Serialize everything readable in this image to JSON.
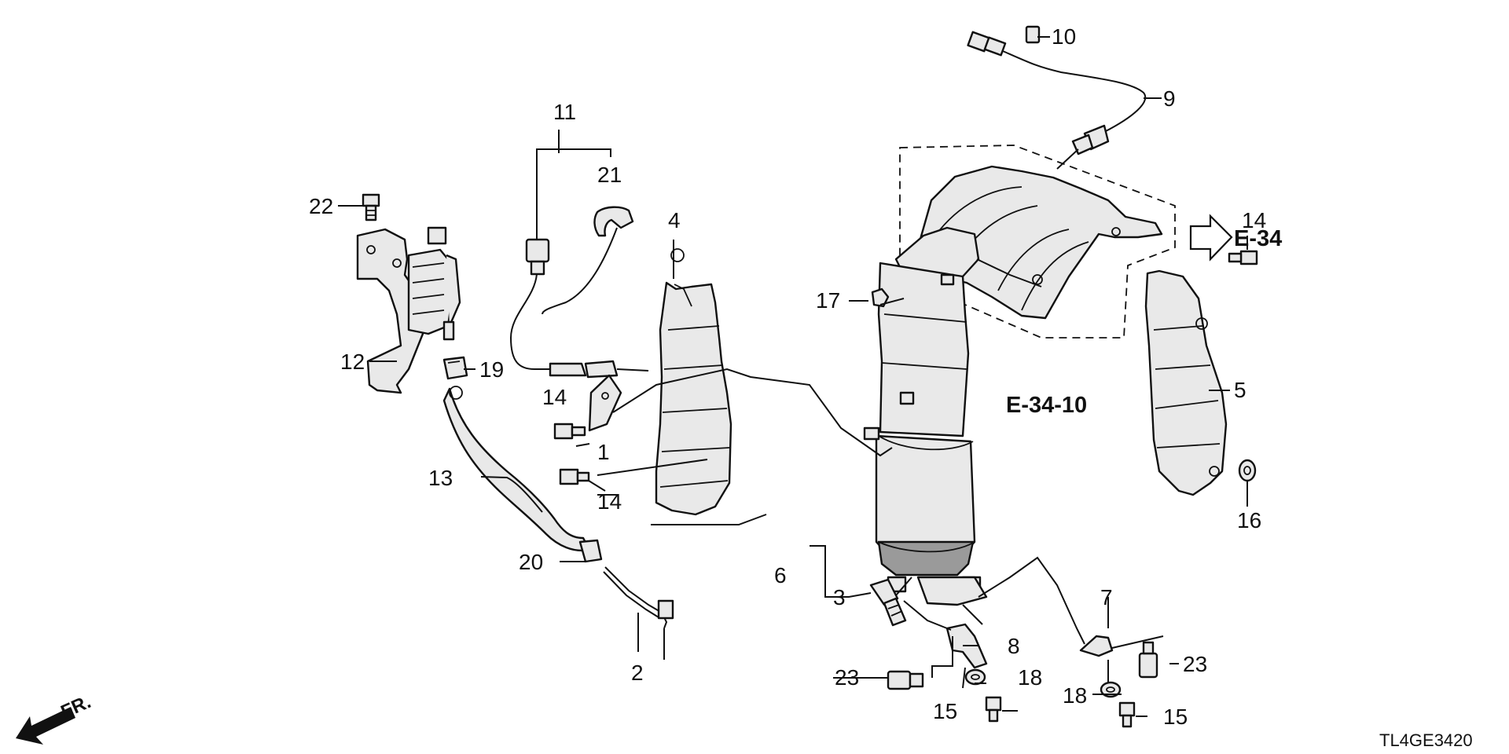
{
  "diagram_code": "TL4GE3420",
  "front_label": "FR.",
  "refs": {
    "e34": "E-34",
    "e3410": "E-34-10"
  },
  "callouts": {
    "c1": "1",
    "c2": "2",
    "c3": "3",
    "c4": "4",
    "c5": "5",
    "c6": "6",
    "c7": "7",
    "c8": "8",
    "c9": "9",
    "c10": "10",
    "c11": "11",
    "c12": "12",
    "c13": "13",
    "c14a": "14",
    "c14b": "14",
    "c14c": "14",
    "c15a": "15",
    "c15b": "15",
    "c16": "16",
    "c17": "17",
    "c18a": "18",
    "c18b": "18",
    "c19": "19",
    "c20": "20",
    "c21": "21",
    "c22": "22",
    "c23a": "23",
    "c23b": "23"
  }
}
